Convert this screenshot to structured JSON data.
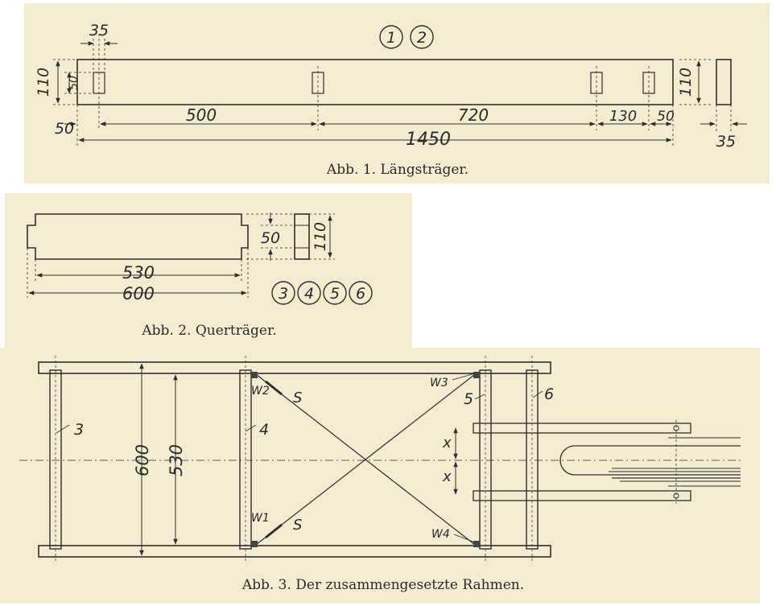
{
  "fig1": {
    "caption": "Abb. 1. Längsträger.",
    "part_numbers": [
      "1",
      "2"
    ],
    "dims": {
      "top_offset": "35",
      "height_left": "110",
      "slot_height": "50",
      "start_offset": "50",
      "seg1": "500",
      "seg2": "720",
      "seg3": "130",
      "end_offset": "50",
      "total": "1450",
      "height_right": "110",
      "thickness": "35"
    }
  },
  "fig2": {
    "caption": "Abb. 2. Querträger.",
    "part_numbers": [
      "3",
      "4",
      "5",
      "6"
    ],
    "dims": {
      "inner": "530",
      "total": "600",
      "slot": "50",
      "height": "110"
    }
  },
  "fig3": {
    "caption": "Abb. 3. Der zusammengesetzte Rahmen.",
    "dims": {
      "outer": "600",
      "inner": "530",
      "x1": "x",
      "x2": "x"
    },
    "labels": {
      "cross3": "3",
      "cross4": "4",
      "cross5": "5",
      "cross6": "6",
      "w1": "W1",
      "w2": "W2",
      "w3": "W3",
      "w4": "W4",
      "s_top": "S",
      "s_bottom": "S"
    }
  }
}
